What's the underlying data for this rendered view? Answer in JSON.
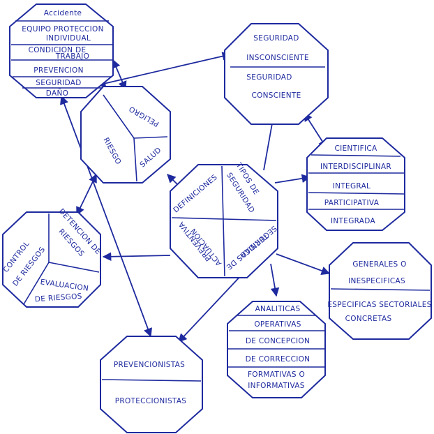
{
  "colors": {
    "ink": "#1e2a9e",
    "paper": "#ffffff"
  },
  "nodes": {
    "accidente": {
      "items": [
        "Accidente",
        "EQUIPO PROTECCION",
        "INDIVIDUAL",
        "CONDICION DE",
        "TRABAJO",
        "PREVENCION",
        "SEGURIDAD",
        "DAÑO"
      ]
    },
    "seguridad": {
      "items": [
        "SEGURIDAD",
        "INSCONSCIENTE",
        "SEGURIDAD",
        "CONSCIENTE"
      ]
    },
    "riesgo": {
      "items": [
        "RIESGO",
        "PELIGRO",
        "SALUD"
      ]
    },
    "centro": {
      "items": [
        "DEFINICIONES",
        "TIPOS DE",
        "SEGURIDAD",
        "ACTUACION",
        "PREVENTIVA",
        "TECNICAS DE",
        "SEGURIDAD"
      ]
    },
    "cientifica": {
      "items": [
        "CIENTIFICA",
        "INTERDISCIPLINAR",
        "INTEGRAL",
        "PARTICIPATIVA",
        "INTEGRADA"
      ]
    },
    "control": {
      "items": [
        "CONTROL",
        "DE RIESGOS",
        "DETENCION DE",
        "RIESGOS",
        "EVALUACION",
        "DE RIESGOS"
      ]
    },
    "generales": {
      "items": [
        "GENERALES O",
        "INESPECIFICAS",
        "ESPECIFICAS SECTORIALES",
        "CONCRETAS"
      ]
    },
    "analiticas": {
      "items": [
        "ANALITICAS",
        "OPERATIVAS",
        "DE CONCEPCION",
        "DE CORRECCION",
        "FORMATIVAS O",
        "INFORMATIVAS"
      ]
    },
    "prevencionistas": {
      "items": [
        "PREVENCIONISTAS",
        "PROTECCIONISTAS"
      ]
    }
  }
}
